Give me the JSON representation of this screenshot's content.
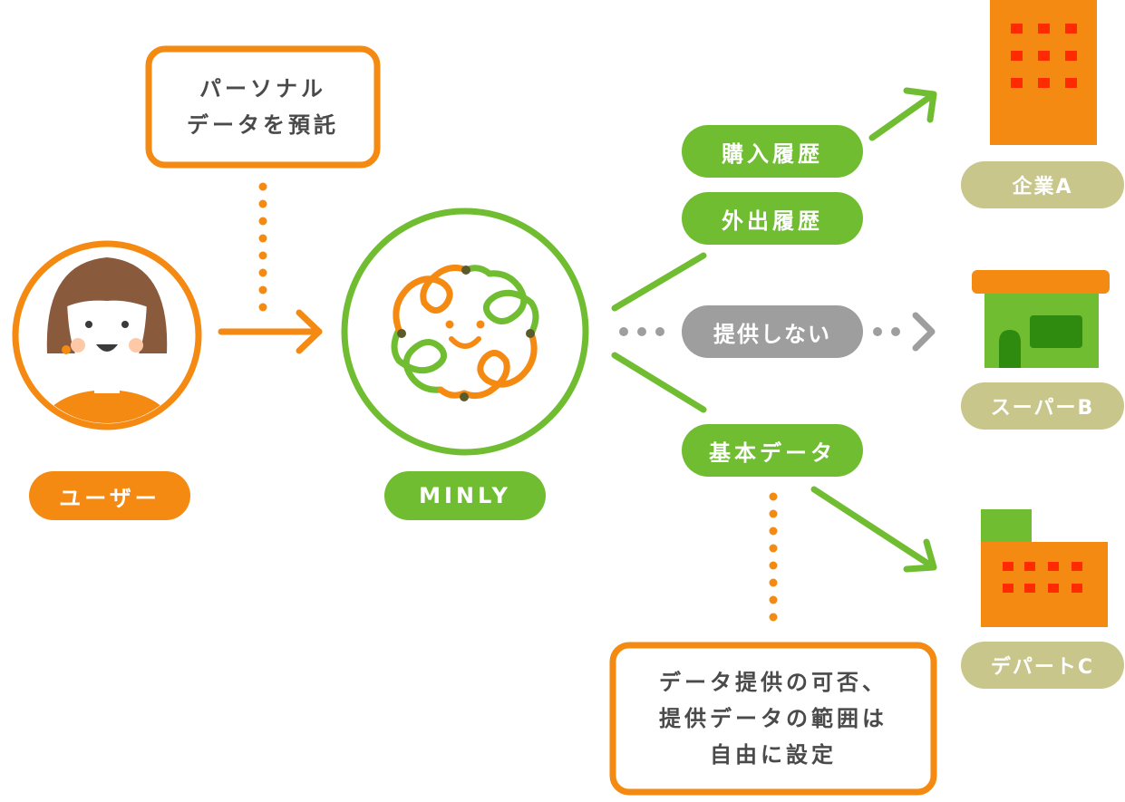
{
  "nodes": {
    "user": {
      "label": "ユーザー"
    },
    "minly": {
      "label": "MINLY"
    },
    "company_a": {
      "label": "企業A"
    },
    "super_b": {
      "label": "スーパーB"
    },
    "depart_c": {
      "label": "デパートC"
    }
  },
  "notes": {
    "entrust": {
      "line1": "パーソナル",
      "line2": "データを預託"
    },
    "control": {
      "line1": "データ提供の可否、",
      "line2": "提供データの範囲は",
      "line3": "自由に設定"
    }
  },
  "flows": {
    "purchase_history": "購入履歴",
    "outing_history": "外出履歴",
    "no_provide": "提供しない",
    "basic_data": "基本データ"
  },
  "colors": {
    "orange": "#f58a12",
    "green": "#70bd32",
    "gray": "#9e9e9e",
    "khaki": "#c8c68a",
    "dark_green": "#2e8b10",
    "red": "#ff2a00"
  }
}
